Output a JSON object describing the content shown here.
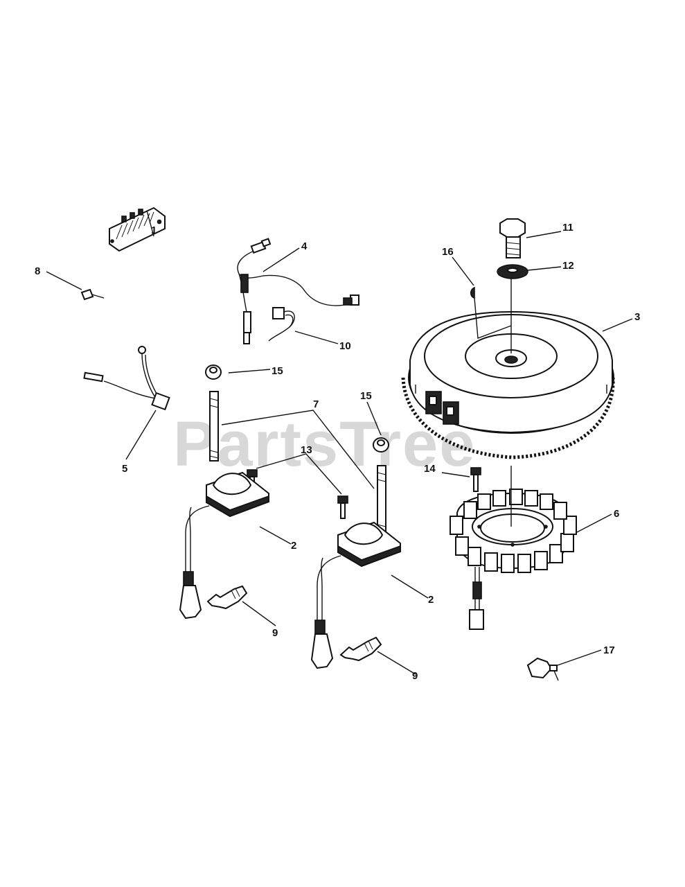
{
  "watermark": {
    "text": "PartsTree",
    "mark": "™"
  },
  "callouts": [
    {
      "id": "c1",
      "text": "1"
    },
    {
      "id": "c2a",
      "text": "2"
    },
    {
      "id": "c2b",
      "text": "2"
    },
    {
      "id": "c3",
      "text": "3"
    },
    {
      "id": "c4",
      "text": "4"
    },
    {
      "id": "c5",
      "text": "5"
    },
    {
      "id": "c6",
      "text": "6"
    },
    {
      "id": "c7",
      "text": "7"
    },
    {
      "id": "c8",
      "text": "8"
    },
    {
      "id": "c9a",
      "text": "9"
    },
    {
      "id": "c9b",
      "text": "9"
    },
    {
      "id": "c10",
      "text": "10"
    },
    {
      "id": "c11",
      "text": "11"
    },
    {
      "id": "c12",
      "text": "12"
    },
    {
      "id": "c13",
      "text": "13"
    },
    {
      "id": "c14",
      "text": "14"
    },
    {
      "id": "c15a",
      "text": "15"
    },
    {
      "id": "c15b",
      "text": "15"
    },
    {
      "id": "c16",
      "text": "16"
    },
    {
      "id": "c17",
      "text": "17"
    }
  ]
}
